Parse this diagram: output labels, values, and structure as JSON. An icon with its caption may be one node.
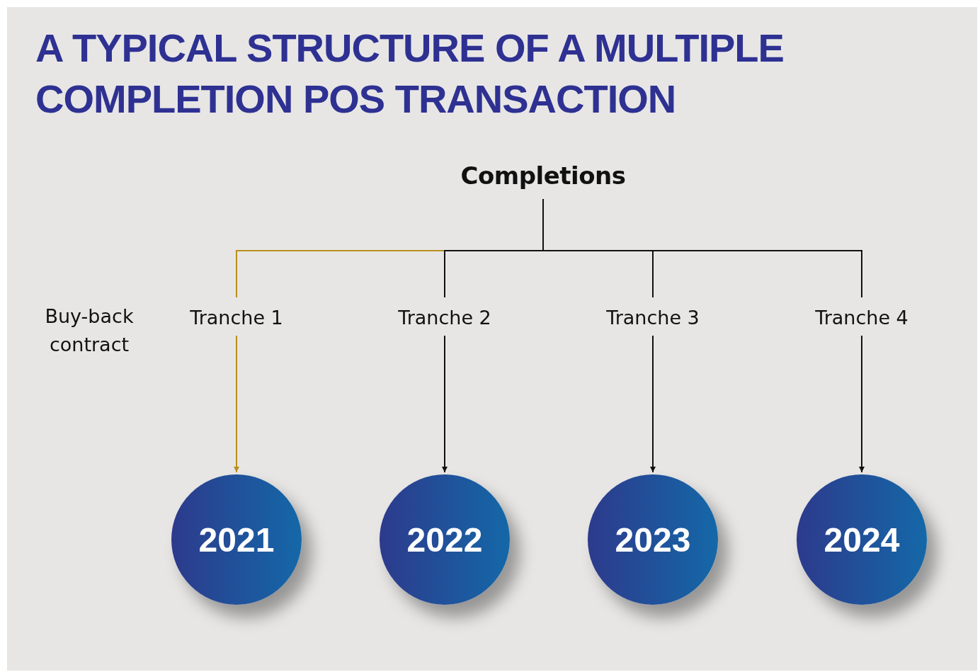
{
  "diagram": {
    "title": "A TYPICAL STRUCTURE OF A MULTIPLE COMPLETION POS TRANSACTION",
    "nodes": [
      {
        "text": [
          "Completions"
        ]
      },
      {
        "text": [
          "Tranche 1"
        ]
      },
      {
        "text": [
          "Tranche 2"
        ]
      },
      {
        "text": [
          "Tranche 3"
        ]
      },
      {
        "text": [
          "Tranche 4"
        ]
      },
      {
        "text": [
          "2021"
        ]
      },
      {
        "text": [
          "2022"
        ]
      },
      {
        "text": [
          "2023"
        ]
      },
      {
        "text": [
          "2024"
        ]
      }
    ],
    "edges": [
      {
        "from": 0,
        "to": 1,
        "arrow": "none",
        "color": "#b8901e"
      },
      {
        "from": 0,
        "to": 2,
        "arrow": "none"
      },
      {
        "from": 0,
        "to": 3,
        "arrow": "none"
      },
      {
        "from": 0,
        "to": 4,
        "arrow": "none"
      },
      {
        "from": 1,
        "to": 5,
        "arrow": "to",
        "color": "#b8901e"
      },
      {
        "from": 2,
        "to": 6,
        "arrow": "to"
      },
      {
        "from": 3,
        "to": 7,
        "arrow": "to"
      },
      {
        "from": 4,
        "to": 8,
        "arrow": "to"
      }
    ],
    "labels": [
      "Buy-back contract"
    ]
  }
}
